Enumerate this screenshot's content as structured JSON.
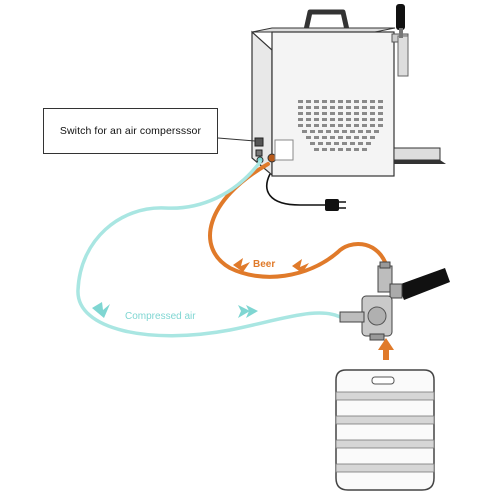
{
  "callout": {
    "text": "Switch for an air compersssor"
  },
  "flows": {
    "beer_label": "Beer",
    "air_label": "Compressed air"
  },
  "colors": {
    "beer_line": "#e07a2a",
    "air_line": "#a9e6e2",
    "air_arrow": "#7fd6d2",
    "outline": "#333333",
    "machine_fill": "#f4f4f4"
  },
  "icons": [
    "beer-tap-icon",
    "power-plug-icon",
    "keg-coupler-icon",
    "keg-icon",
    "flow-arrow-icon"
  ]
}
